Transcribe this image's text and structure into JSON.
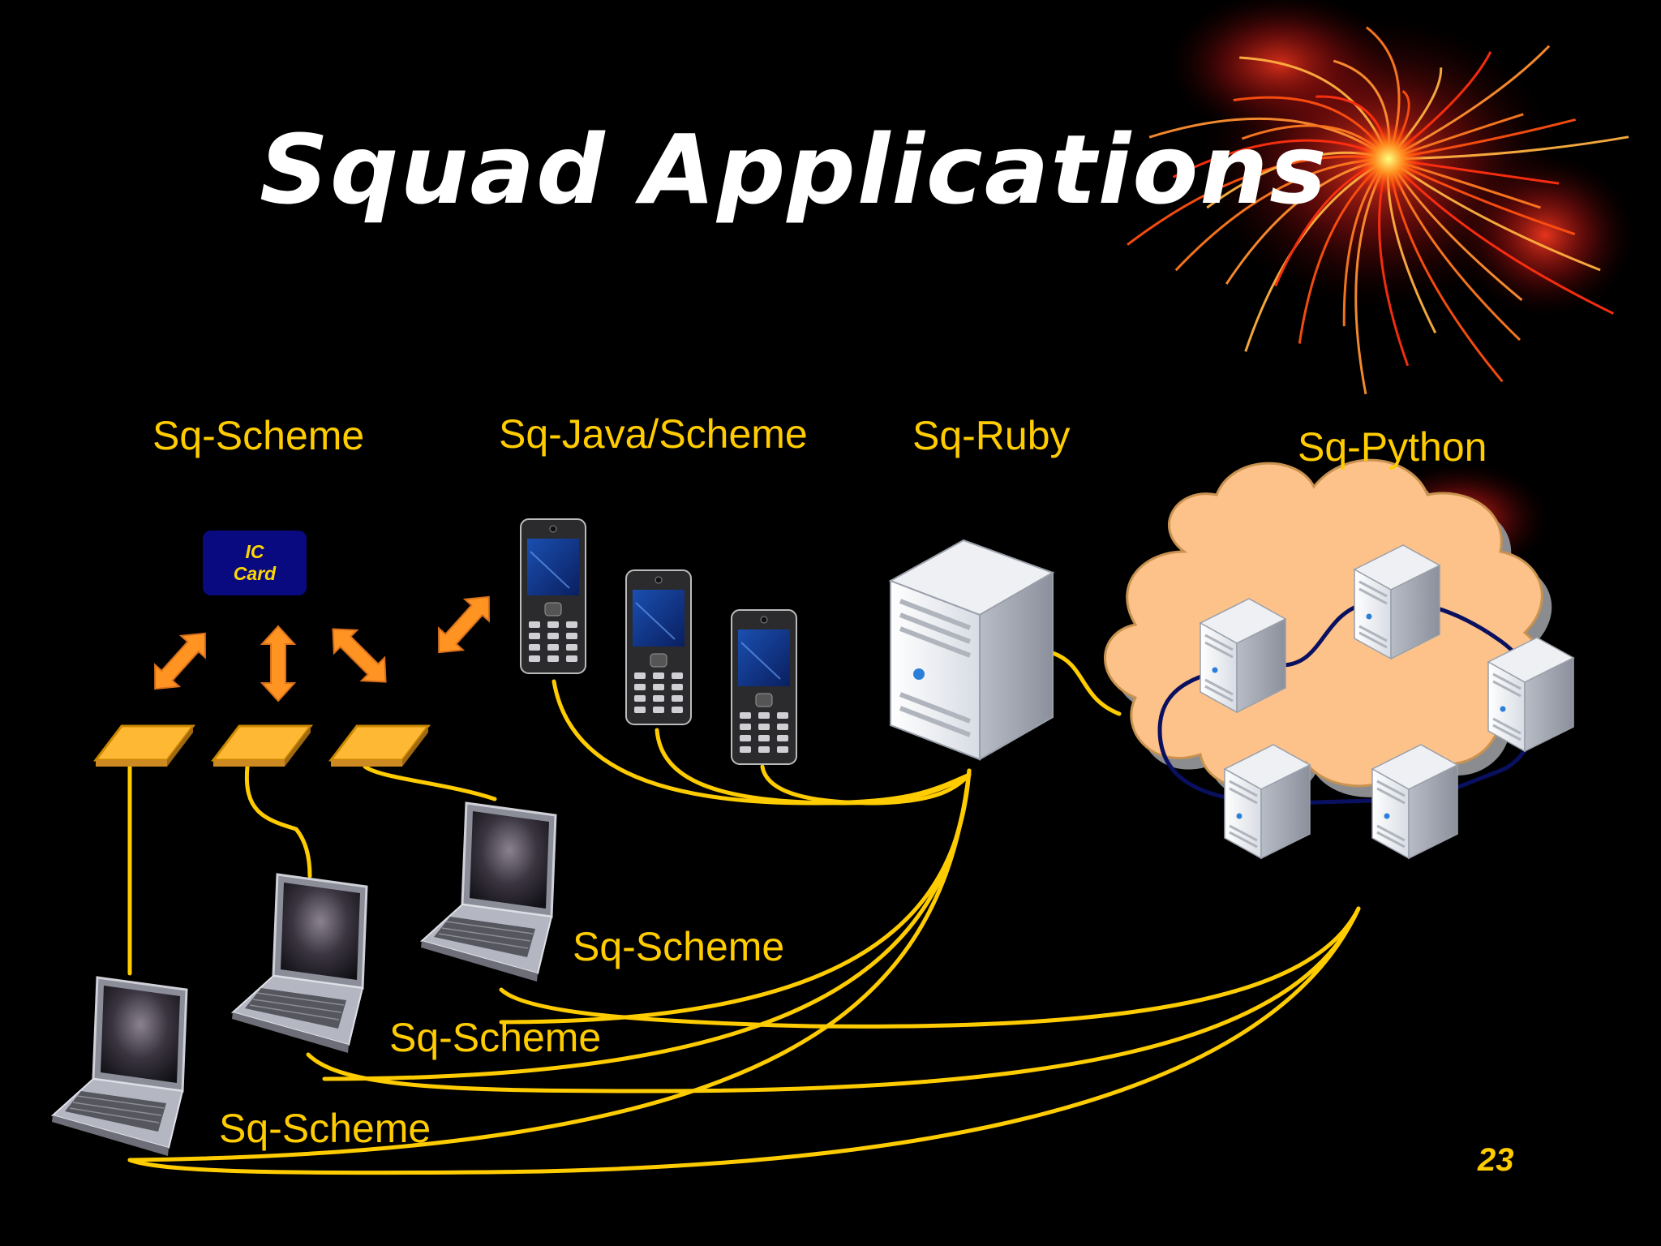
{
  "slide": {
    "title": "Squad Applications",
    "page_number": "23",
    "accent_color": "#FFCC00",
    "background_color": "#000000"
  },
  "labels": {
    "group_scheme_top": "Sq-Scheme",
    "group_java_scheme": "Sq-Java/Scheme",
    "group_ruby": "Sq-Ruby",
    "group_python": "Sq-Python",
    "laptop_1": "Sq-Scheme",
    "laptop_2": "Sq-Scheme",
    "laptop_3": "Sq-Scheme"
  },
  "ic_card": {
    "line1": "IC",
    "line2": "Card"
  },
  "icons": [
    "ic-card-icon",
    "card-reader-icon",
    "mobile-phone-icon",
    "server-icon",
    "cloud-icon",
    "laptop-icon",
    "double-arrow-icon",
    "firework-decoration"
  ]
}
